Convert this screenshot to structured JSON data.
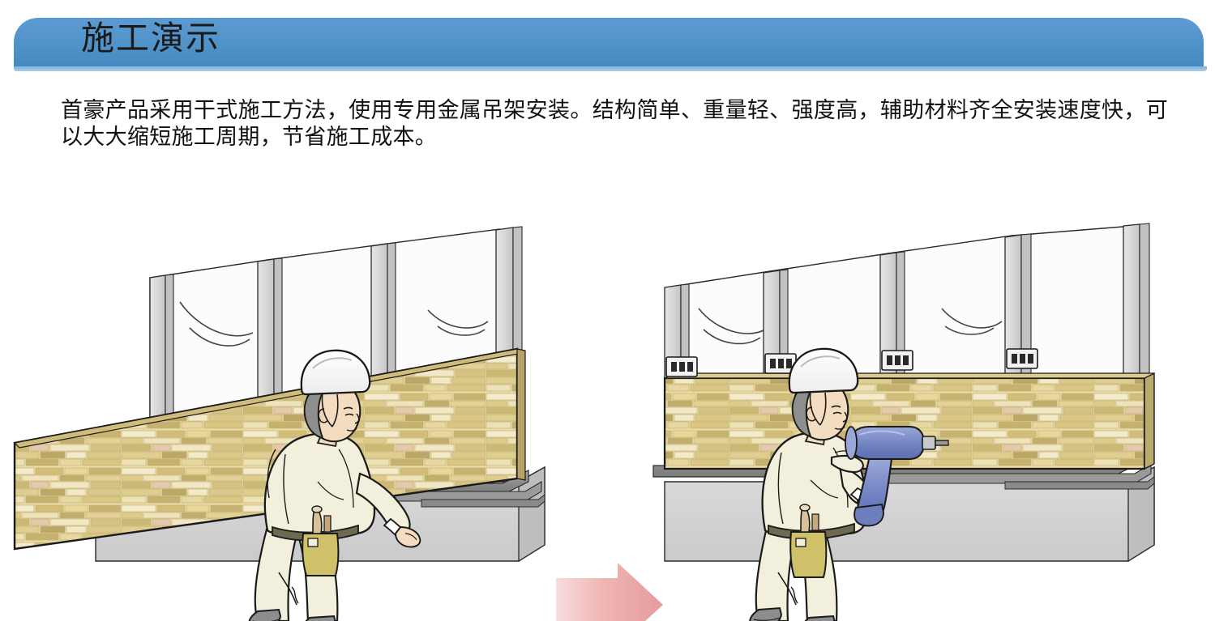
{
  "slide": {
    "title": "施工演示",
    "body_text": "首豪产品采用干式施工方法，使用专用金属吊架安装。结构简单、重量轻、强度高，辅助材料齐全安装速度快，可以大大缩短施工周期，节省施工成本。"
  },
  "theme": {
    "banner_blue": "#5093C8",
    "banner_blue_light": "#A8CCE8",
    "title_color": "#1a1a1a",
    "body_color": "#111111",
    "arrow_pink": "#E8A0A0",
    "stone_beige": "#E8DCA8",
    "stone_tan": "#D4C080",
    "stone_dark": "#B8A868",
    "stone_cream": "#F3EBD0",
    "stone_pink": "#E3C6AE",
    "uniform_cream": "#F2F0DC",
    "helmet_white": "#FFFFFF",
    "post_gray": "#DCDCDC",
    "base_gray": "#D2D2D2",
    "rail_gray": "#8C8C8C",
    "drill_blue": "#7F8FC8",
    "pouch_khaki": "#CFC06A",
    "boot_gray": "#8A8A8A",
    "outline": "#1a1a1a"
  },
  "illustration": {
    "caption_role": "construction-demonstration-diagram",
    "left_scene": {
      "name": "worker-carrying-panel",
      "description": "施工人员搬运石材幕墙板",
      "elements": [
        "wall-frame",
        "vertical-posts",
        "stone-veneer-panel",
        "worker",
        "hard-hat",
        "tool-pouch",
        "concrete-base",
        "metal-rail"
      ]
    },
    "arrow": {
      "name": "process-arrow",
      "direction": "right"
    },
    "right_scene": {
      "name": "worker-fastening-panel",
      "description": "施工人员使用电钻固定石材板",
      "elements": [
        "wall-frame",
        "vertical-posts",
        "installed-stone-wall",
        "worker",
        "hard-hat",
        "power-drill",
        "metal-brackets",
        "tool-pouch",
        "concrete-base",
        "metal-rail"
      ]
    }
  }
}
